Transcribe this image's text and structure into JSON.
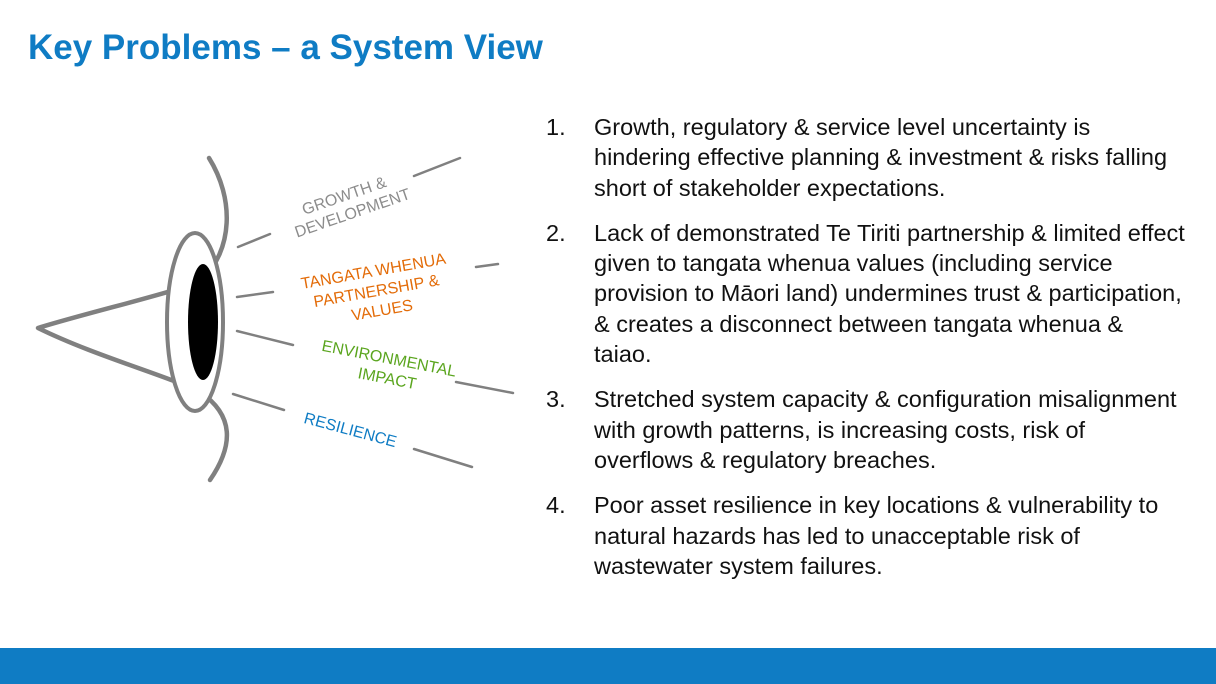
{
  "slide": {
    "title": "Key Problems – a System View"
  },
  "lenses": [
    {
      "line1": "GROWTH &",
      "line2": "DEVELOPMENT",
      "color": "#8c8c8c"
    },
    {
      "line1": "TANGATA WHENUA",
      "line2": "PARTNERSHIP &",
      "line3": "VALUES",
      "color": "#e36c09"
    },
    {
      "line1": "ENVIRONMENTAL",
      "line2": "IMPACT",
      "color": "#5aa51e"
    },
    {
      "line1": "RESILIENCE",
      "color": "#0f7cc4"
    }
  ],
  "problems": [
    {
      "num": "1.",
      "text": "Growth, regulatory & service level uncertainty is hindering effective planning & investment & risks falling short of stakeholder expectations."
    },
    {
      "num": "2.",
      "text": "Lack of demonstrated Te Tiriti partnership & limited effect given to tangata whenua values (including service provision to Māori land) undermines trust & participation, & creates a disconnect between tangata whenua & taiao."
    },
    {
      "num": "3.",
      "text": "Stretched system capacity & configuration misalignment with growth patterns, is increasing costs, risk of overflows & regulatory breaches."
    },
    {
      "num": "4.",
      "text": "Poor asset resilience in key locations & vulnerability to natural hazards has led to unacceptable risk of wastewater system failures."
    }
  ],
  "colors": {
    "brand_blue": "#0f7cc4",
    "eye_stroke": "#808080",
    "pupil": "#000000"
  }
}
